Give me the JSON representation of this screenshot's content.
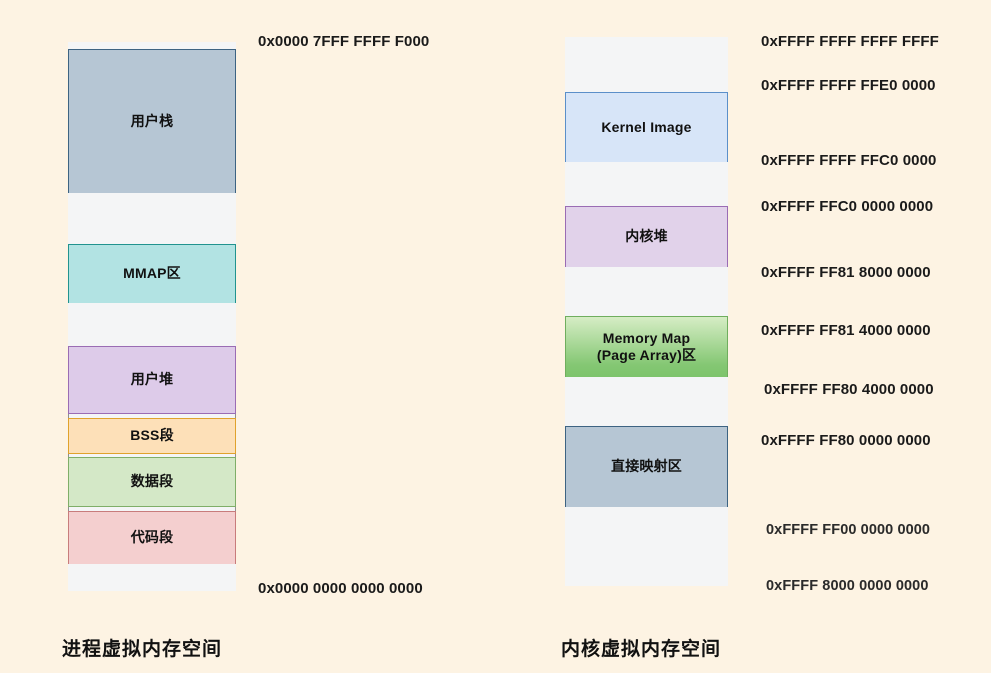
{
  "diagram": {
    "background_color": "#fdf3e3",
    "process_space": {
      "caption": "进程虚拟内存空间",
      "top_address": "0x0000 7FFF FFFF F000",
      "bottom_address": "0x0000 0000 0000 0000",
      "blocks": [
        {
          "label": "",
          "kind": "gap"
        },
        {
          "label": "用户栈",
          "kind": "stack",
          "color": "#b6c6d4",
          "border": "#3d6382"
        },
        {
          "label": "",
          "kind": "gap"
        },
        {
          "label": "MMAP区",
          "kind": "mmap",
          "color": "#b2e3e3",
          "border": "#21938f"
        },
        {
          "label": "",
          "kind": "gap"
        },
        {
          "label": "用户堆",
          "kind": "heap",
          "color": "#ddcbe9",
          "border": "#9a6cb4"
        },
        {
          "label": "BSS段",
          "kind": "bss",
          "color": "#fde0b8",
          "border": "#e0a22c"
        },
        {
          "label": "数据段",
          "kind": "data",
          "color": "#d4e8c7",
          "border": "#7fae68"
        },
        {
          "label": "代码段",
          "kind": "code",
          "color": "#f4cfcf",
          "border": "#c87c7c"
        },
        {
          "label": "",
          "kind": "gap"
        }
      ]
    },
    "kernel_space": {
      "caption": "内核虚拟内存空间",
      "blocks": [
        {
          "label": "",
          "kind": "gap"
        },
        {
          "label": "Kernel Image",
          "kind": "kernel-image",
          "color": "#d7e5f8",
          "border": "#5b8fc9"
        },
        {
          "label": "",
          "kind": "gap"
        },
        {
          "label": "内核堆",
          "kind": "kernel-heap",
          "color": "#e1d2ea",
          "border": "#9a6cb4"
        },
        {
          "label": "",
          "kind": "gap"
        },
        {
          "label": "Memory Map\n(Page Array)区",
          "kind": "memory-map",
          "color": "#84c773",
          "border": "#6fae5e"
        },
        {
          "label": "",
          "kind": "gap"
        },
        {
          "label": "直接映射区",
          "kind": "direct-map",
          "color": "#b6c6d4",
          "border": "#3d6382"
        },
        {
          "label": "",
          "kind": "gap"
        }
      ],
      "addresses": [
        "0xFFFF FFFF FFFF FFFF",
        "0xFFFF FFFF FFE0 0000",
        "0xFFFF FFFF FFC0 0000",
        "0xFFFF FFC0 0000 0000",
        "0xFFFF FF81 8000 0000",
        "0xFFFF FF81 4000 0000",
        "0xFFFF FF80 4000 0000",
        "0xFFFF FF80 0000 0000",
        "0xFFFF FF00 0000 0000",
        "0xFFFF 8000 0000 0000"
      ]
    }
  }
}
